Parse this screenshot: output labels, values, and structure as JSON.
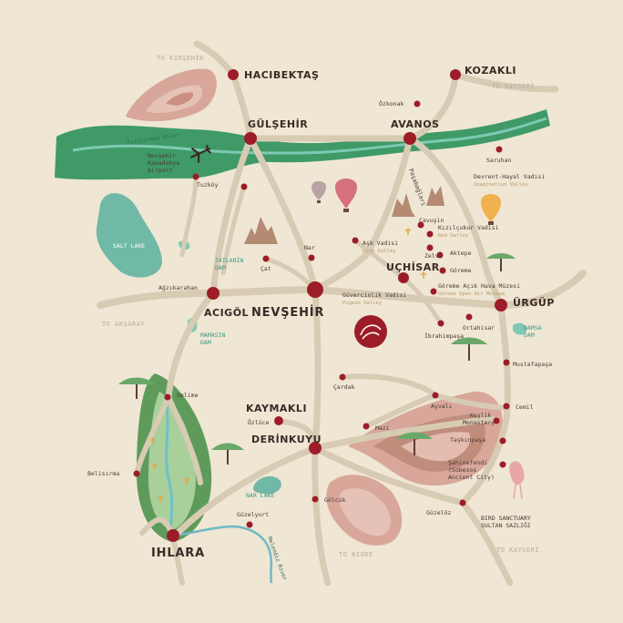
{
  "colors": {
    "background": "#efe6d4",
    "road": "#d8cbb3",
    "river_green": "#3f9a68",
    "river_teal": "#7ec9b4",
    "lake": "#6fb9a6",
    "marker": "#9c1d27",
    "hill_pink": "#d8a79a",
    "hill_brown": "#b7897a",
    "valley_green": "#5e9b5b"
  },
  "directions": {
    "kirsehir": "TO KIRŞEHİR",
    "kayseri_north": "TO KAYSERİ",
    "aksaray": "TO AKSARAY",
    "nigde": "TO NİGDE",
    "kayseri_south": "TO KAYSERİ"
  },
  "major_places": {
    "hacibektas": "HACIBEKTAŞ",
    "kozakli": "KOZAKLI",
    "gulsehir": "GÜLŞEHİR",
    "avanos": "AVANOS",
    "uchisar": "UÇHİSAR",
    "urgup": "ÜRGÜP",
    "acigol": "ACIGÖL",
    "nevsehir": "NEVŞEHİR",
    "kaymakli": "KAYMAKLI",
    "derinkuyu": "DERİNKUYU",
    "ihlara": "IHLARA"
  },
  "minor_places": {
    "ozkonak": "Özkonak",
    "saruhan": "Saruhan",
    "devrent": "Devrent-Hayal Vadisi",
    "tuzkoy": "Tuzköy",
    "cavusin": "Çavuşin",
    "kizilcukur": "Kızılçukur Vadisi",
    "ask_vadisi": "Aşk Vadisi",
    "zelve": "Zelve",
    "aktepe": "Aktepe",
    "goreme": "Göreme",
    "nar": "Nar",
    "cat": "Çat",
    "agzikarahan": "Ağzıkarahan",
    "guvercinlik": "Güvercinlik Vadisi",
    "goreme_acik": "Göreme Açık Hava Müzesi",
    "ortahisar": "Ortahisar",
    "ibrahimpasa": "İbrahimpaşa",
    "mustafapasa": "Mustafapaşa",
    "cardak": "Çardak",
    "selime": "Selime",
    "ayvali": "Ayvalı",
    "cemil": "Cemil",
    "keslik": "Keşlik",
    "keslik2": "Monastery",
    "ozluce": "Özlüce",
    "mazi": "Mazi",
    "taskinpasa": "Taşkınpaşa",
    "belisirma": "Belisırma",
    "sahinefendi": "Şahinefendi",
    "sahinefendi2": "(Sobesos",
    "sahinefendi3": "Ancient City)",
    "golcuk": "Gölcük",
    "guzelyurt": "Güzelyurt",
    "guzeloz": "Güzelöz",
    "bird1": "BIRD SANCTUARY",
    "bird2": "SULTAN SAZLIĞI",
    "airport1": "Nevşehir",
    "airport2": "Kapadokya",
    "airport3": "Airport",
    "pasabaglari": "Paşabağları"
  },
  "sublabels": {
    "devrent_en": "Imagination Valley",
    "red_valley": "Red Valley",
    "love_valley": "Love Valley",
    "goreme_en": "Göreme Open Air Museum",
    "pigeon": "Pigeon Valley"
  },
  "water": {
    "river": "Kızılırmak River",
    "salt_lake": "SALT LAKE",
    "tatlarin1": "TATLARİN",
    "tatlarin2": "DAM",
    "mamasin1": "MAMASIN",
    "mamasin2": "DAM",
    "damsa1": "DAMSA",
    "damsa2": "DAM",
    "nar_lake": "NAR LAKE",
    "melendiz": "Melendiz River"
  }
}
